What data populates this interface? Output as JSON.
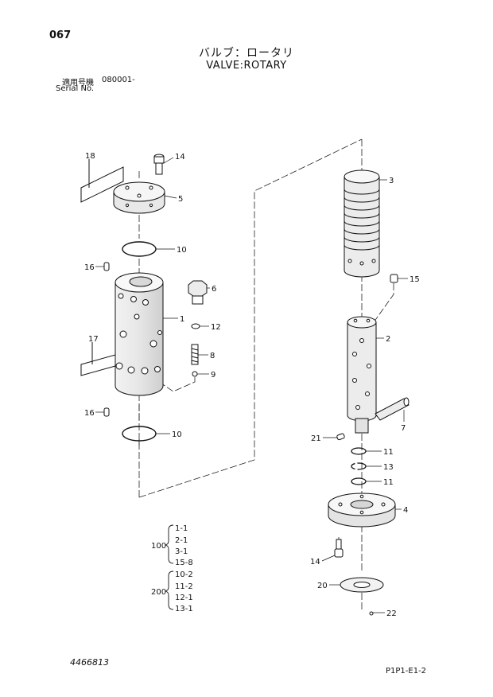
{
  "header": {
    "page_number": "067",
    "title_jp": "バルブ：ロータリ",
    "title_en": "VALVE:ROTARY",
    "serial_label_jp": "適用号機",
    "serial_number": "080001-",
    "serial_label_en": "Serial No."
  },
  "callouts": {
    "c1": "1",
    "c2": "2",
    "c3": "3",
    "c4": "4",
    "c5": "5",
    "c6": "6",
    "c7": "7",
    "c8": "8",
    "c9": "9",
    "c10a": "10",
    "c10b": "10",
    "c11a": "11",
    "c11b": "11",
    "c12": "12",
    "c13": "13",
    "c14a": "14",
    "c14b": "14",
    "c15": "15",
    "c16a": "16",
    "c16b": "16",
    "c17": "17",
    "c18": "18",
    "c20": "20",
    "c21": "21",
    "c22": "22"
  },
  "kits": [
    {
      "id": "100",
      "items": [
        "1-1",
        "2-1",
        "3-1",
        "15-8"
      ]
    },
    {
      "id": "200",
      "items": [
        "10-2",
        "11-2",
        "12-1",
        "13-1"
      ]
    }
  ],
  "footer": {
    "doc_number": "4466813",
    "page_code": "P1P1-E1-2"
  }
}
